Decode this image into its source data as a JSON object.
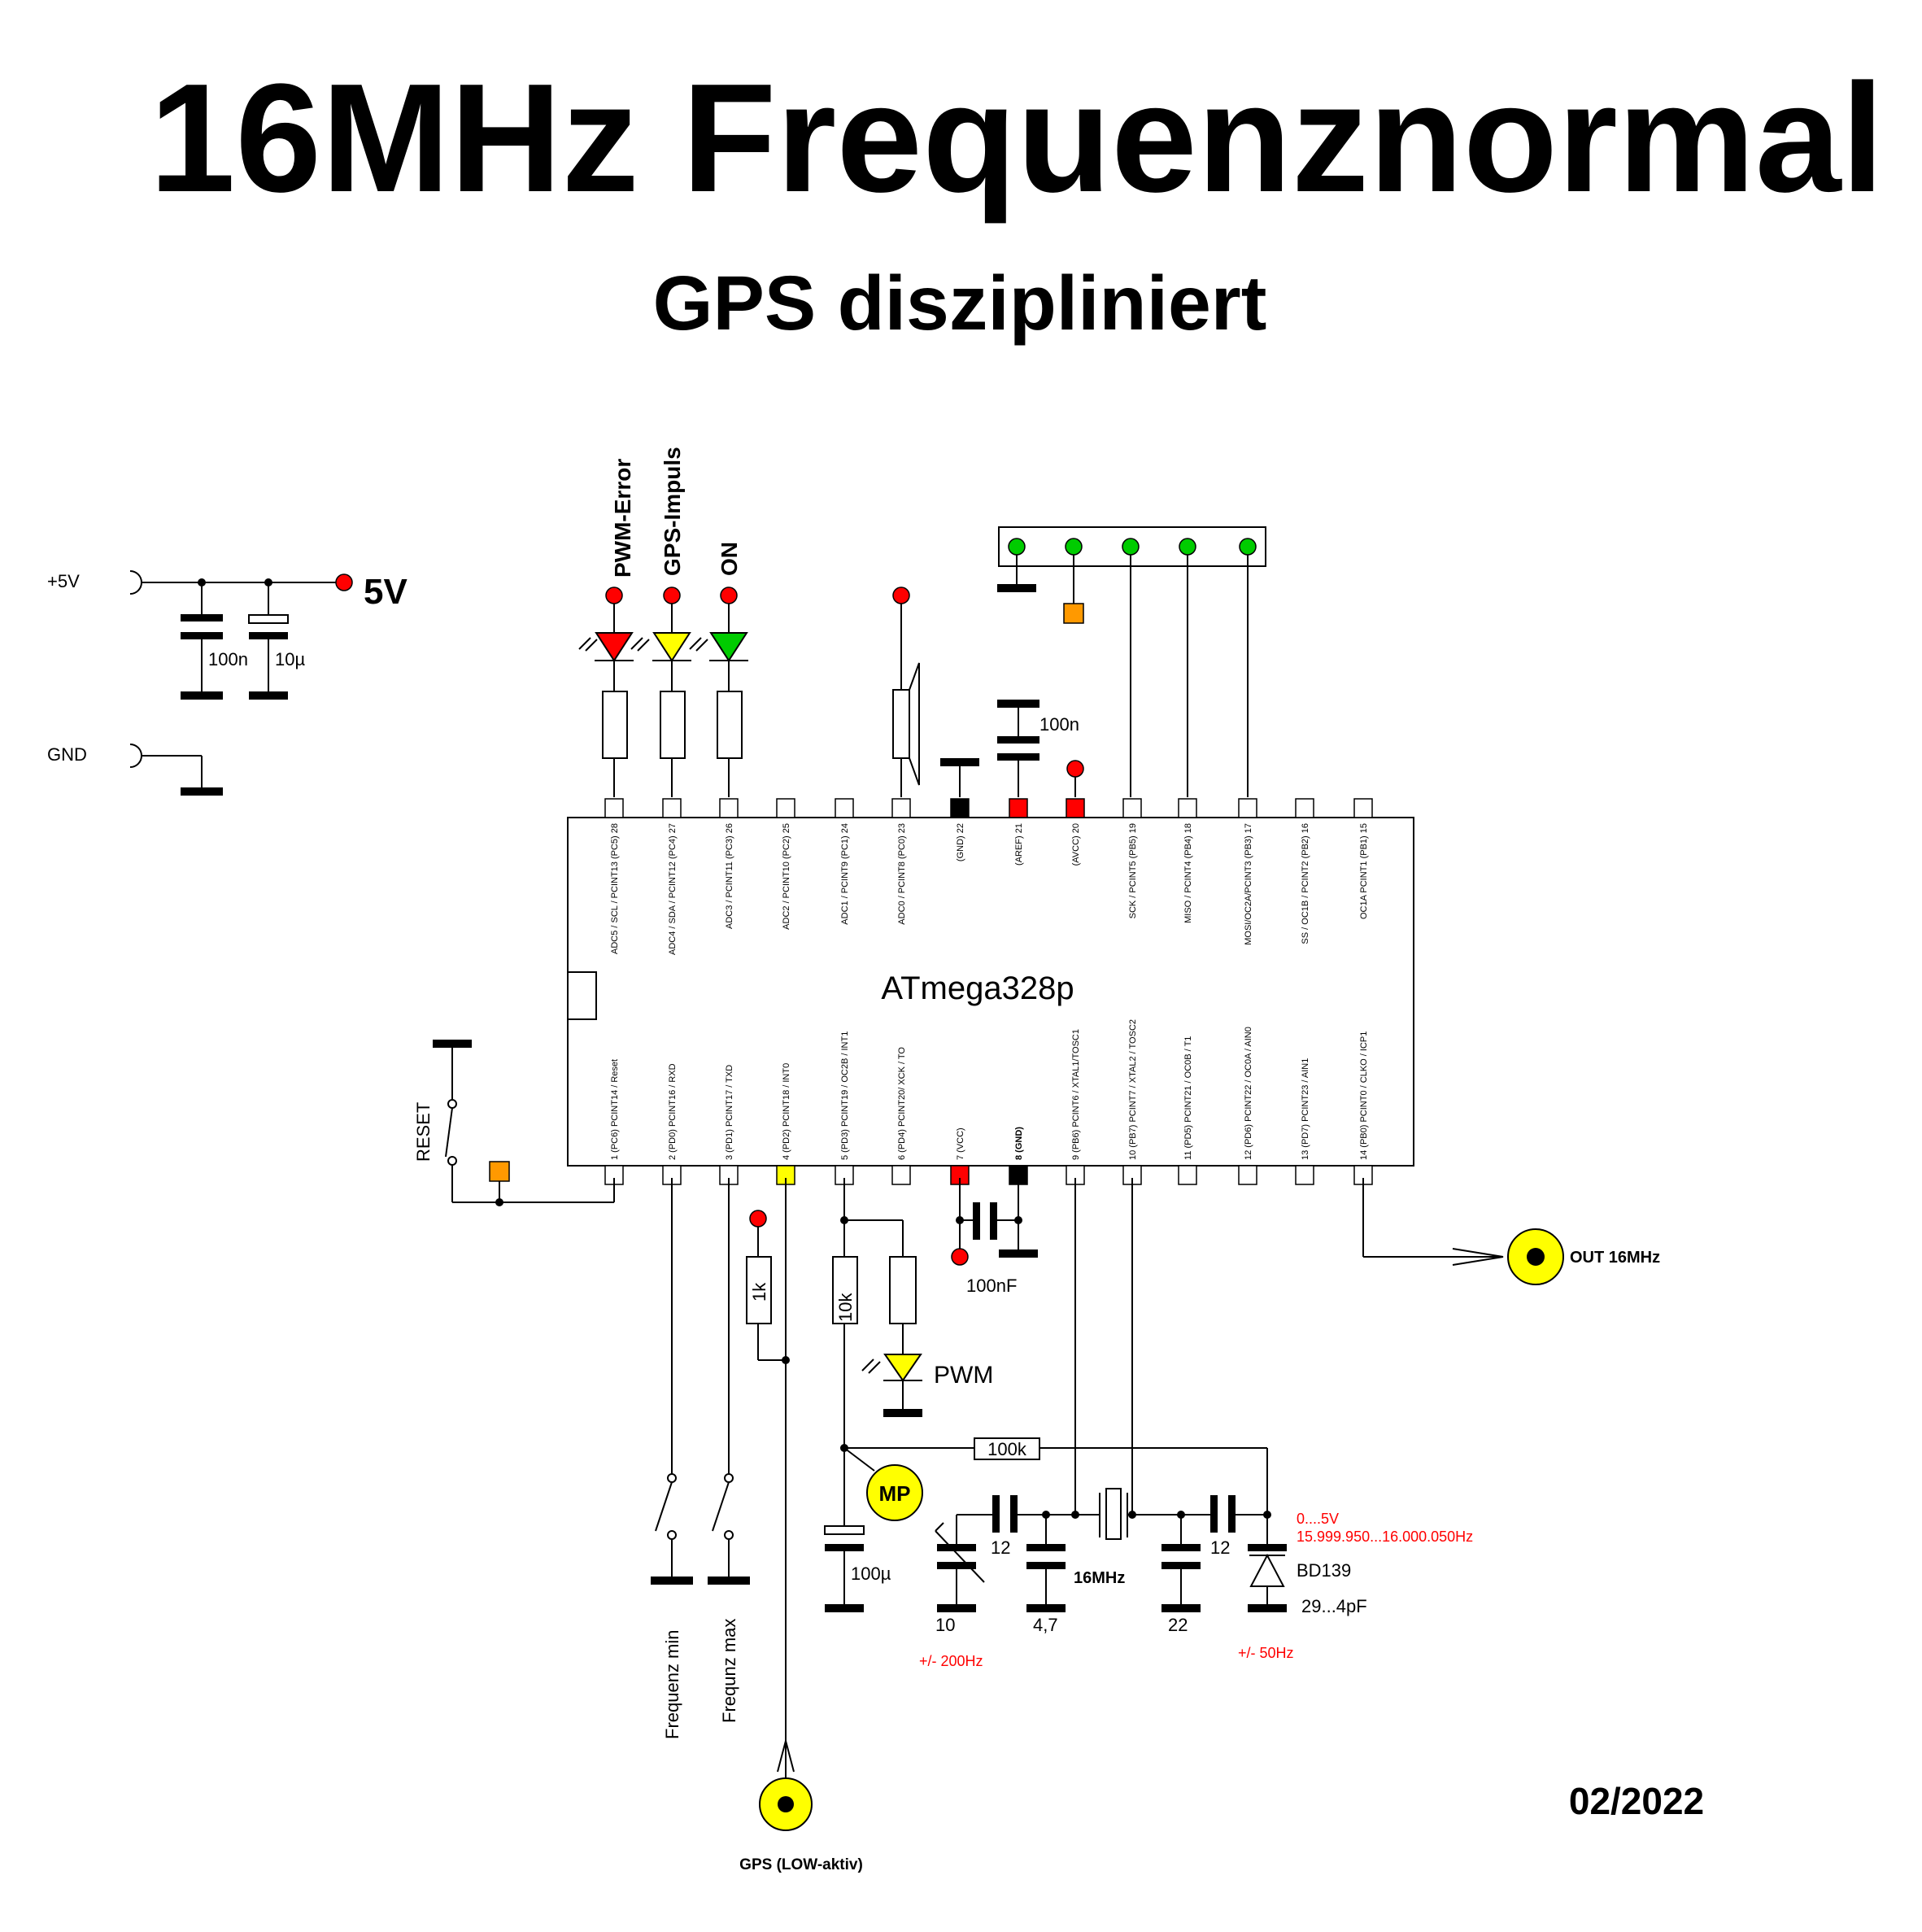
{
  "title": "16MHz Frequenznormal",
  "subtitle": "GPS diszipliniert",
  "date": "02/2022",
  "colors": {
    "red_dot": "#ff0000",
    "green_dot": "#00cc00",
    "yellow": "#ffff00",
    "orange": "#ff9900",
    "led_red": "#ff0000",
    "led_yellow": "#ffff00",
    "led_green": "#00cc00",
    "red_text": "#ff0000"
  },
  "power": {
    "vcc_label": "+5V",
    "gnd_label": "GND",
    "rail_label": "5V",
    "cap1": "100n",
    "cap2": "10µ"
  },
  "leds": {
    "pwm_error": "PWM-Error",
    "gps_impuls": "GPS-Impuls",
    "on": "ON",
    "pwm": "PWM"
  },
  "chip": {
    "name": "ATmega328p",
    "top_pins": [
      "ADC5 / SCL / PCINT13 (PC5) 28",
      "ADC4 / SDA / PCINT12 (PC4) 27",
      "ADC3 / PCINT11 (PC3) 26",
      "ADC2 / PCINT10 (PC2) 25",
      "ADC1 / PCINT9 (PC1) 24",
      "ADC0 / PCINT8 (PC0) 23",
      "(GND) 22",
      "(AREF) 21",
      "(AVCC) 20",
      "SCK / PCINT5 (PB5) 19",
      "MISO / PCINT4 (PB4) 18",
      "MOSI/OC2A/PCINT3 (PB3) 17",
      "SS / OC1B / PCINT2 (PB2) 16",
      "OC1A PCINT1 (PB1) 15"
    ],
    "bottom_pins": [
      "1 (PC6) PCINT14 / Reset",
      "2 (PD0) PCINT16 / RXD",
      "3 (PD1) PCINT17 / TXD",
      "4 (PD2) PCINT18 / INT0",
      "5 (PD3) PCINT19 / OC2B / INT1",
      "6 (PD4) PCINT20/ XCK / TO",
      "7 (VCC)",
      "8 (GND)",
      "9 (PB6) PCINT6 / XTAL1/TOSC1",
      "10 (PB7) PCINT7 / XTAL2 / TOSC2",
      "11 (PD5) PCINT21 / OC0B / T1",
      "12 (PD6) PCINT22 / OC0A / AIN0",
      "13 (PD7) PCINT23 / AIN1",
      "14 (PB0) PCINT0 / CLKO / ICP1"
    ]
  },
  "components": {
    "reset": "RESET",
    "cap_aref": "100n",
    "cap_vcc": "100nF",
    "r_1k": "1k",
    "r_10k": "10k",
    "r_100k": "100k",
    "cap_100u": "100µ",
    "mp": "MP",
    "c12a": "12",
    "c12b": "12",
    "c10": "10",
    "c47": "4,7",
    "c22": "22",
    "crystal": "16MHz",
    "bd139": "BD139",
    "varicap_range": "29...4pF",
    "tune_voltage": "0....5V",
    "freq_range": "15.999.950...16.000.050Hz",
    "trim_range": "+/- 200Hz",
    "vari_range": "+/- 50Hz",
    "freq_min": "Frequenz min",
    "freq_max": "Frequnz max",
    "out": "OUT 16MHz",
    "gps_in": "GPS (LOW-aktiv)"
  }
}
